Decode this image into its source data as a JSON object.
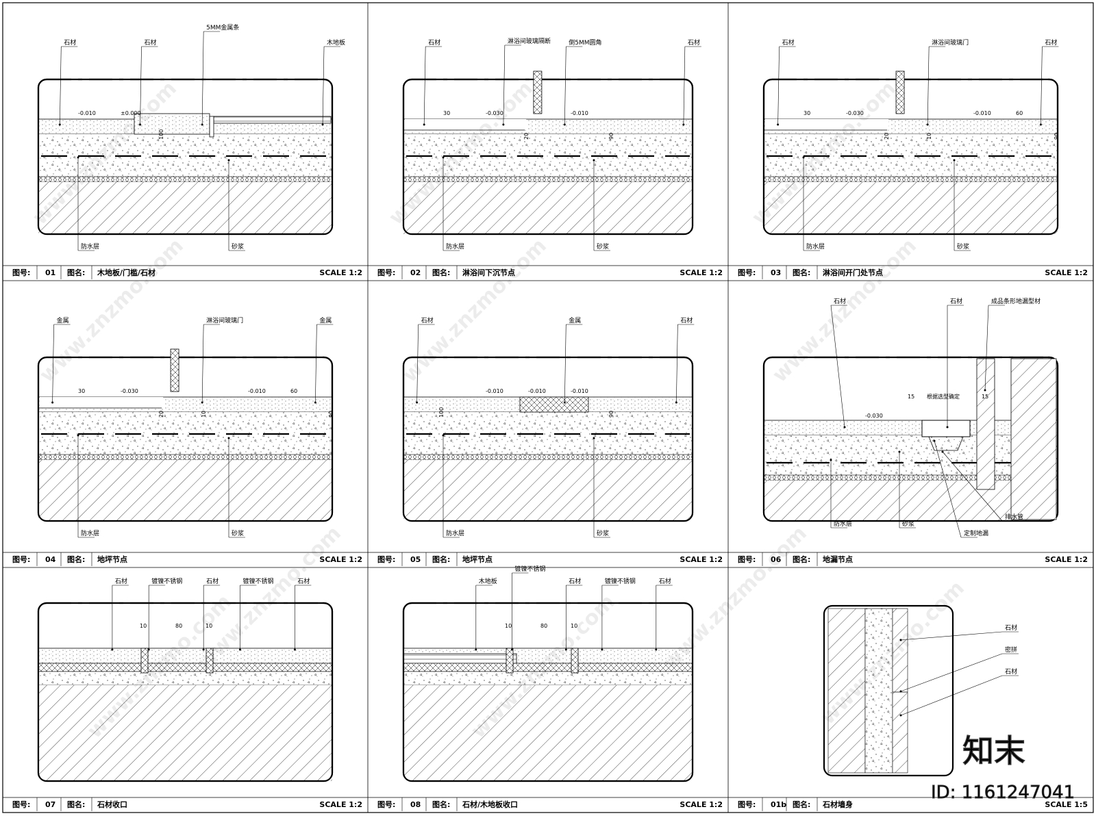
{
  "panels": [
    {
      "no_label": "图号:",
      "no": "01",
      "name_label": "图名:",
      "name": "木地板/门槛/石材",
      "scale": "SCALE 1:2",
      "labels_top": [
        "石材",
        "石材",
        "5MM金属条",
        "木地板"
      ],
      "labels_bottom": [
        "防水层",
        "砂浆"
      ],
      "dims": [
        "-0.010",
        "±0.000",
        "100"
      ]
    },
    {
      "no_label": "图号:",
      "no": "02",
      "name_label": "图名:",
      "name": "淋浴间下沉节点",
      "scale": "SCALE 1:2",
      "labels_top": [
        "石材",
        "淋浴间玻璃隔断",
        "倒5MM圆角",
        "石材"
      ],
      "labels_bottom": [
        "防水层",
        "砂浆"
      ],
      "dims": [
        "30",
        "-0.030",
        "20",
        "-0.010",
        "90"
      ]
    },
    {
      "no_label": "图号:",
      "no": "03",
      "name_label": "图名:",
      "name": "淋浴间开门处节点",
      "scale": "SCALE 1:2",
      "labels_top": [
        "石材",
        "淋浴间玻璃门",
        "石材"
      ],
      "labels_bottom": [
        "防水层",
        "砂浆"
      ],
      "dims": [
        "30",
        "-0.030",
        "20",
        "10",
        "-0.010",
        "60",
        "90"
      ]
    },
    {
      "no_label": "图号:",
      "no": "04",
      "name_label": "图名:",
      "name": "地坪节点",
      "scale": "SCALE 1:2",
      "labels_top": [
        "金属",
        "淋浴间玻璃门",
        "金属"
      ],
      "labels_bottom": [
        "防水层",
        "砂浆"
      ],
      "dims": [
        "30",
        "-0.030",
        "20",
        "10",
        "-0.010",
        "60",
        "90"
      ]
    },
    {
      "no_label": "图号:",
      "no": "05",
      "name_label": "图名:",
      "name": "地坪节点",
      "scale": "SCALE 1:2",
      "labels_top": [
        "石材",
        "金属",
        "石材"
      ],
      "labels_bottom": [
        "防水层",
        "砂浆"
      ],
      "dims": [
        "100",
        "-0.010",
        "-0.010",
        "-0.010",
        "90"
      ]
    },
    {
      "no_label": "图号:",
      "no": "06",
      "name_label": "图名:",
      "name": "地漏节点",
      "scale": "SCALE 1:2",
      "labels_top": [
        "石材",
        "石材",
        "成品条形地漏型材"
      ],
      "labels_bottom": [
        "防水层",
        "砂浆",
        "排水管",
        "定制地漏"
      ],
      "dims": [
        "15",
        "根据选型确定",
        "15",
        "-0.030"
      ]
    },
    {
      "no_label": "图号:",
      "no": "07",
      "name_label": "图名:",
      "name": "石材收口",
      "scale": "SCALE 1:2",
      "labels_top": [
        "石材",
        "镀镍不锈钢",
        "石材",
        "镀镍不锈钢",
        "石材"
      ],
      "labels_bottom": [],
      "dims": [
        "10",
        "80",
        "10"
      ]
    },
    {
      "no_label": "图号:",
      "no": "08",
      "name_label": "图名:",
      "name": "石材/木地板收口",
      "scale": "SCALE 1:2",
      "labels_top": [
        "木地板",
        "镀镍不锈钢",
        "石材",
        "镀镍不锈钢",
        "石材"
      ],
      "labels_bottom": [],
      "dims": [
        "10",
        "80",
        "10"
      ]
    },
    {
      "no_label": "图号:",
      "no": "01b",
      "name_label": "图名:",
      "name": "石材墙身",
      "scale": "SCALE 1:5",
      "labels_side": [
        "石材",
        "密拼",
        "石材"
      ]
    }
  ],
  "watermark": {
    "text": "www.znzmo.com",
    "brand": "知末",
    "id": "ID: 1161247041"
  },
  "colors": {
    "line": "#000000",
    "paper": "#ffffff"
  }
}
